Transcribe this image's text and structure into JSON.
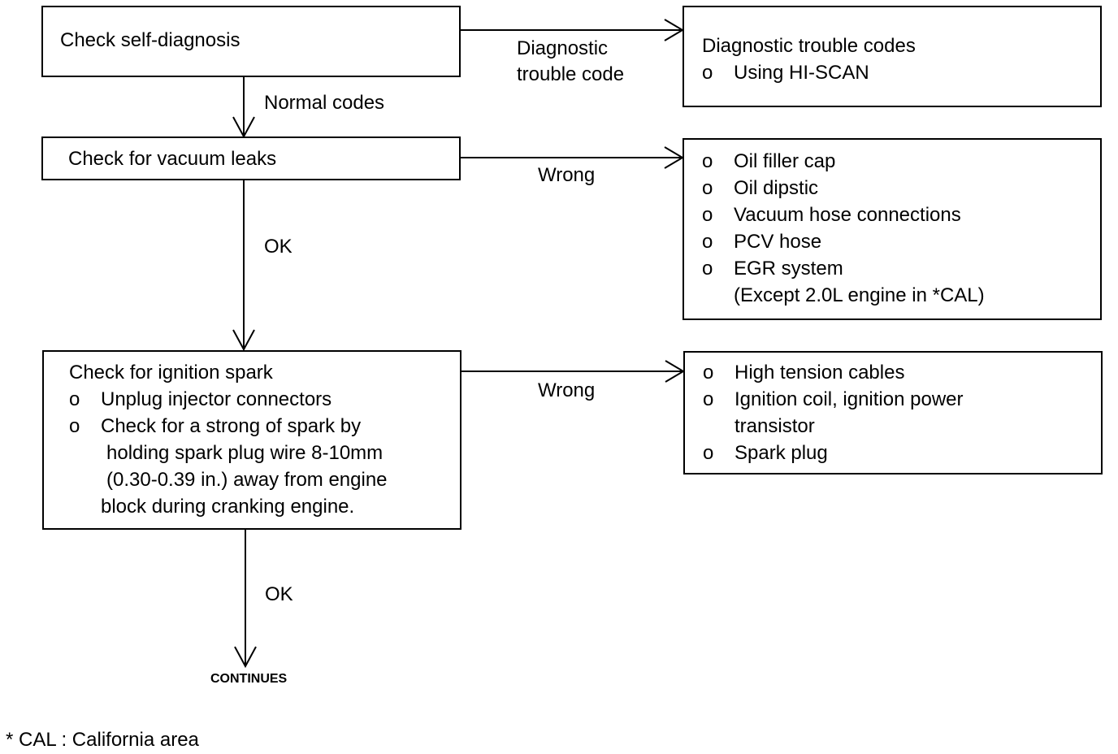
{
  "boxes": {
    "self_diag": "Check self-diagnosis",
    "dtc": {
      "title": "Diagnostic trouble codes",
      "items": [
        "Using HI-SCAN"
      ]
    },
    "vacuum": "Check for vacuum leaks",
    "vacuum_wrong": {
      "items": [
        "Oil filler cap",
        "Oil dipstic",
        "Vacuum hose connections",
        "PCV hose",
        "EGR system"
      ],
      "note": "(Except 2.0L engine in *CAL)"
    },
    "ignition": {
      "title": "Check for ignition spark",
      "items": [
        "Unplug injector connectors",
        "Check for a strong of spark by"
      ],
      "cont_lines": [
        "holding spark plug wire 8-10mm",
        "(0.30-0.39 in.) away from engine",
        "block during cranking engine."
      ]
    },
    "ignition_wrong": {
      "items": [
        "High tension cables",
        "Ignition coil, ignition power",
        "Spark plug"
      ],
      "cont": "transistor"
    }
  },
  "edges": {
    "dtc_label": [
      "Diagnostic",
      "trouble code"
    ],
    "normal_codes": "Normal codes",
    "ok1": "OK",
    "wrong1": "Wrong",
    "wrong2": "Wrong",
    "ok2": "OK"
  },
  "bullet": "o",
  "continues": "CONTINUES",
  "footnote": "* CAL : California area"
}
